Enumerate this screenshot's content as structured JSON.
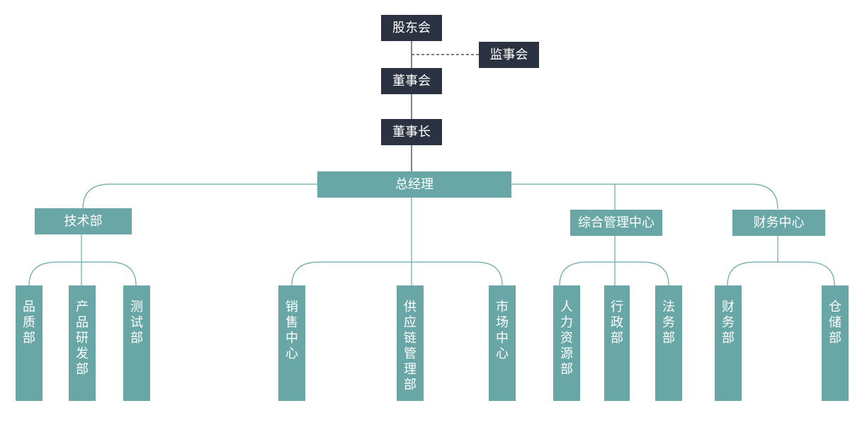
{
  "top": {
    "shareholders": "股东会",
    "supervisors": "监事会",
    "board": "董事会",
    "chairman": "董事长",
    "gm": "总经理"
  },
  "departments": {
    "tech": "技术部",
    "general": "综合管理中心",
    "finance": "财务中心"
  },
  "units": [
    {
      "id": "quality",
      "label": "品质部"
    },
    {
      "id": "rd",
      "label": "产品研发部"
    },
    {
      "id": "testing",
      "label": "测试部"
    },
    {
      "id": "sales",
      "label": "销售中心"
    },
    {
      "id": "supply",
      "label": "供应链管理部"
    },
    {
      "id": "market",
      "label": "市场中心"
    },
    {
      "id": "hr",
      "label": "人力资源部"
    },
    {
      "id": "admin",
      "label": "行政部"
    },
    {
      "id": "legal",
      "label": "法务部"
    },
    {
      "id": "finance-dept",
      "label": "财务部"
    },
    {
      "id": "warehouse",
      "label": "仓储部"
    }
  ],
  "colors": {
    "dark": "#2b3342",
    "teal": "#69a7a6",
    "line": "#2b3342",
    "teal_line": "#69a7a6"
  }
}
